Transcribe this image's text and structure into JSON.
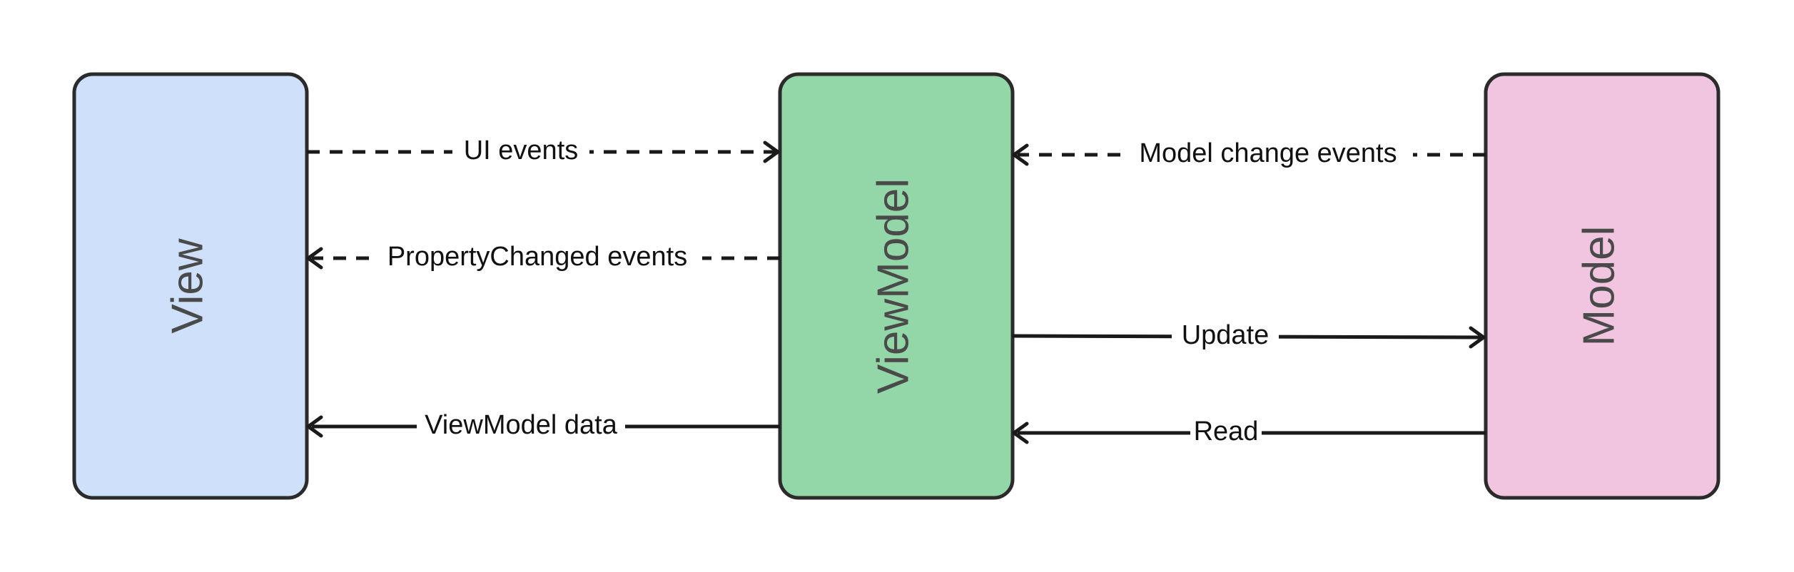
{
  "nodes": {
    "view": {
      "label": "View",
      "fill": "#cfe0fb"
    },
    "viewmodel": {
      "label": "ViewModel",
      "fill": "#93d7a8"
    },
    "model": {
      "label": "Model",
      "fill": "#f1c4df"
    }
  },
  "edges": {
    "ui_events": {
      "label": "UI events",
      "style": "dashed",
      "from": "View",
      "to": "ViewModel"
    },
    "property_changed_events": {
      "label": "PropertyChanged events",
      "style": "dashed",
      "from": "ViewModel",
      "to": "View"
    },
    "viewmodel_data": {
      "label": "ViewModel data",
      "style": "solid",
      "from": "ViewModel",
      "to": "View"
    },
    "model_change_events": {
      "label": "Model change events",
      "style": "dashed",
      "from": "Model",
      "to": "ViewModel"
    },
    "update": {
      "label": "Update",
      "style": "solid",
      "from": "ViewModel",
      "to": "Model"
    },
    "read": {
      "label": "Read",
      "style": "solid",
      "from": "Model",
      "to": "ViewModel"
    }
  },
  "colors": {
    "stroke": "#2b2b2b",
    "node_text": "#4a4a4a",
    "edge": "#1a1a1a"
  }
}
